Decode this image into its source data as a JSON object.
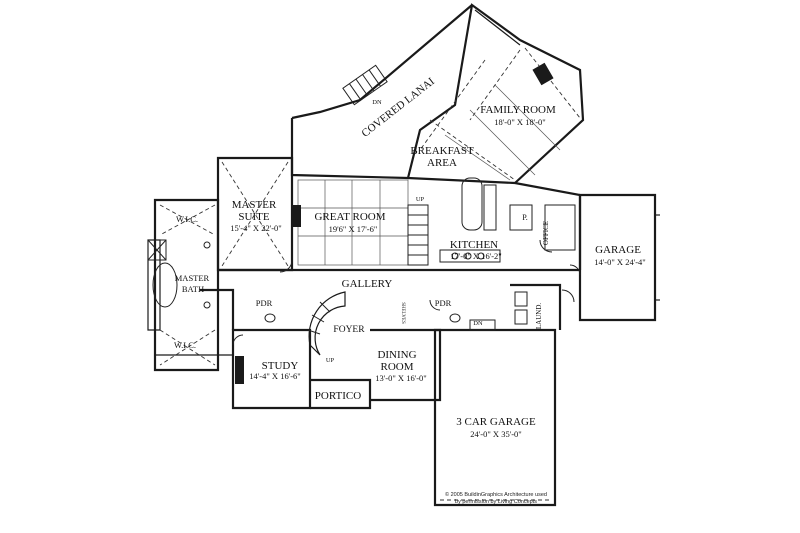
{
  "rooms": {
    "covered_lanai": {
      "name": "COVERED LANAI"
    },
    "family_room": {
      "name": "FAMILY ROOM",
      "dim": "18'-0\" X 18'-0\""
    },
    "breakfast_area": {
      "name_line1": "BREAKFAST",
      "name_line2": "AREA"
    },
    "master_suite": {
      "name_line1": "MASTER",
      "name_line2": "SUITE",
      "dim": "15'-4\" X 22'-0\""
    },
    "great_room": {
      "name": "GREAT ROOM",
      "dim": "19'6\" X 17'-6\""
    },
    "kitchen": {
      "name": "KITCHEN",
      "dim": "17'-0\" X 16'-2\""
    },
    "garage": {
      "name": "GARAGE",
      "dim": "14'-0\" X 24'-4\""
    },
    "wic_top": {
      "name": "W.I.C."
    },
    "wic_bottom": {
      "name": "W.I.C."
    },
    "master_bath": {
      "name_line1": "MASTER",
      "name_line2": "BATH"
    },
    "gallery": {
      "name": "GALLERY"
    },
    "pdr_left": {
      "name": "PDR"
    },
    "pdr_right": {
      "name": "PDR"
    },
    "foyer": {
      "name": "FOYER"
    },
    "study": {
      "name": "STUDY",
      "dim": "14'-4\" X 16'-6\""
    },
    "dining_room": {
      "name_line1": "DINING",
      "name_line2": "ROOM",
      "dim": "13'-0\" X 16'-0\""
    },
    "portico": {
      "name": "PORTICO"
    },
    "three_car_garage": {
      "name": "3 CAR GARAGE",
      "dim": "24'-0\" X 35'-0\""
    },
    "office": {
      "name": "OFFICE"
    },
    "pantry": {
      "name": "P."
    },
    "laundry": {
      "name": "LAUND."
    },
    "shelves": {
      "name": "SHELVES"
    }
  },
  "markers": {
    "dn_lanai": "DN",
    "dn_garage": "DN",
    "up_stair": "UP",
    "up_foyer": "UP"
  },
  "credit": {
    "line1": "© 2005 BuildinGraphics Architecture used",
    "line2": "by permission by Living Concepts"
  }
}
